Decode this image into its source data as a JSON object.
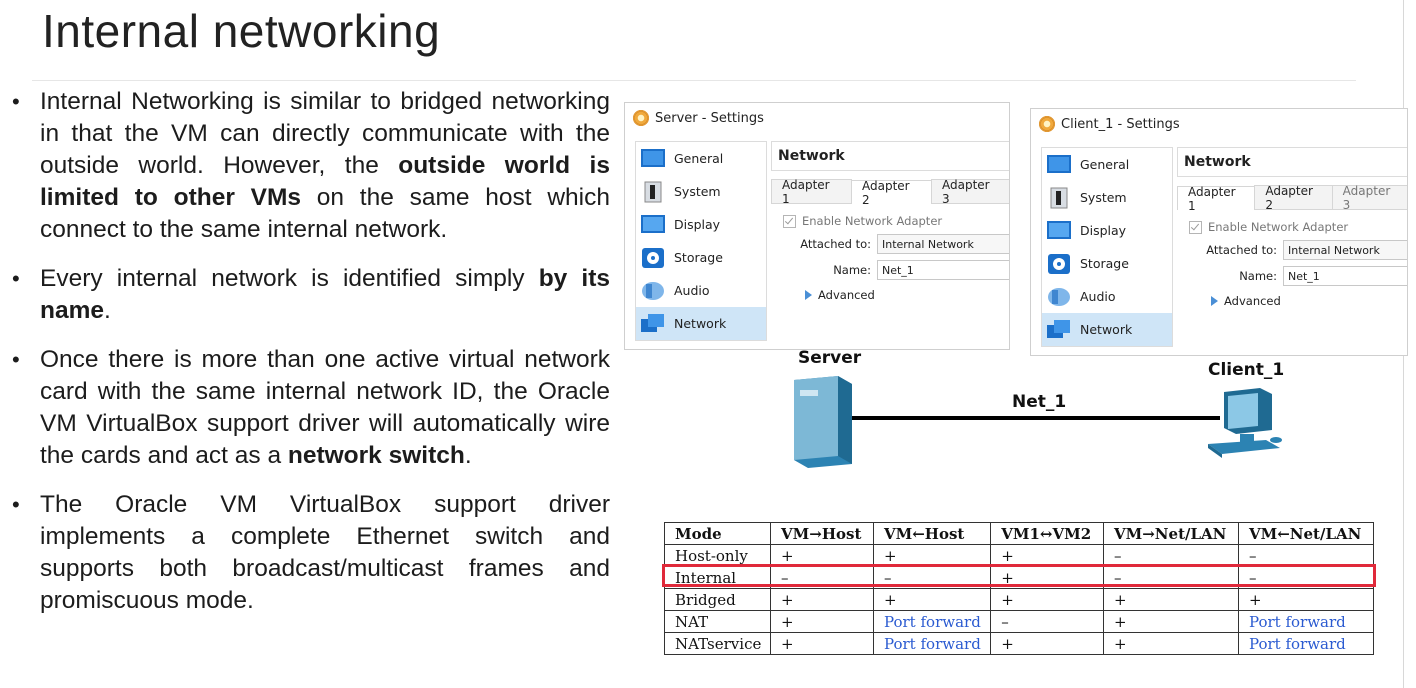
{
  "slide": {
    "title": "Internal networking"
  },
  "bullets": [
    {
      "parts": [
        {
          "text": "Internal Networking is similar to bridged networking in that the VM can directly communicate with the outside world. However, the ",
          "bold": false
        },
        {
          "text": "outside world is limited to other VMs",
          "bold": true
        },
        {
          "text": " on the same host which connect to the same internal network.",
          "bold": false
        }
      ]
    },
    {
      "parts": [
        {
          "text": "Every internal network is identified simply ",
          "bold": false
        },
        {
          "text": "by its name",
          "bold": true
        },
        {
          "text": ".",
          "bold": false
        }
      ]
    },
    {
      "parts": [
        {
          "text": "Once there is more than one active virtual network card with the same internal network ID, the Oracle VM VirtualBox support driver will automatically wire the cards and act as a ",
          "bold": false
        },
        {
          "text": "network switch",
          "bold": true
        },
        {
          "text": ".",
          "bold": false
        }
      ]
    },
    {
      "parts": [
        {
          "text": "The Oracle VM VirtualBox support driver implements a complete Ethernet switch and supports both broadcast/multicast frames and promiscuous mode.",
          "bold": false
        }
      ]
    }
  ],
  "server_window": {
    "title": "Server - Settings",
    "sidebar": [
      "General",
      "System",
      "Display",
      "Storage",
      "Audio",
      "Network"
    ],
    "active_item": "Network",
    "panel_title": "Network",
    "tabs": [
      "Adapter 1",
      "Adapter 2",
      "Adapter 3"
    ],
    "active_tab": "Adapter 2",
    "enable_label": "Enable Network Adapter",
    "attached_label": "Attached to:",
    "attached_value": "Internal Network",
    "name_label": "Name:",
    "name_value": "Net_1",
    "advanced_label": "Advanced"
  },
  "client_window": {
    "title": "Client_1 - Settings",
    "sidebar": [
      "General",
      "System",
      "Display",
      "Storage",
      "Audio",
      "Network"
    ],
    "active_item": "Network",
    "panel_title": "Network",
    "tabs": [
      "Adapter 1",
      "Adapter 2",
      "Adapter 3"
    ],
    "active_tab": "Adapter 1",
    "enable_label": "Enable Network Adapter",
    "attached_label": "Attached to:",
    "attached_value": "Internal Network",
    "name_label": "Name:",
    "name_value": "Net_1",
    "advanced_label": "Advanced"
  },
  "diagram": {
    "server_label": "Server",
    "client_label": "Client_1",
    "link_label": "Net_1"
  },
  "mode_table": {
    "headers": [
      "Mode",
      "VM→Host",
      "VM←Host",
      "VM1↔VM2",
      "VM→Net/LAN",
      "VM←Net/LAN"
    ],
    "rows": [
      [
        "Host-only",
        "+",
        "+",
        "+",
        "–",
        "–"
      ],
      [
        "Internal",
        "–",
        "–",
        "+",
        "–",
        "–"
      ],
      [
        "Bridged",
        "+",
        "+",
        "+",
        "+",
        "+"
      ],
      [
        "NAT",
        "+",
        "Port forward",
        "–",
        "+",
        "Port forward"
      ],
      [
        "NATservice",
        "+",
        "Port forward",
        "+",
        "+",
        "Port forward"
      ]
    ],
    "highlighted_row": "Internal",
    "highlight_color": "#e0293a",
    "link_text_color": "#2b5bd1"
  }
}
